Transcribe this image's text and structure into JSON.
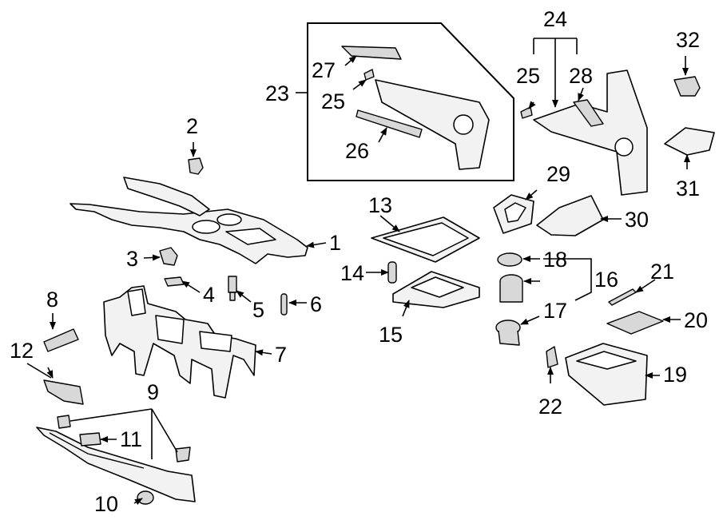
{
  "diagram": {
    "callouts": [
      {
        "id": "c1",
        "text": "1"
      },
      {
        "id": "c2",
        "text": "2"
      },
      {
        "id": "c3",
        "text": "3"
      },
      {
        "id": "c4",
        "text": "4"
      },
      {
        "id": "c5",
        "text": "5"
      },
      {
        "id": "c6",
        "text": "6"
      },
      {
        "id": "c7",
        "text": "7"
      },
      {
        "id": "c8",
        "text": "8"
      },
      {
        "id": "c9",
        "text": "9"
      },
      {
        "id": "c10",
        "text": "10"
      },
      {
        "id": "c11",
        "text": "11"
      },
      {
        "id": "c12",
        "text": "12"
      },
      {
        "id": "c13",
        "text": "13"
      },
      {
        "id": "c14",
        "text": "14"
      },
      {
        "id": "c15",
        "text": "15"
      },
      {
        "id": "c16",
        "text": "16"
      },
      {
        "id": "c17",
        "text": "17"
      },
      {
        "id": "c18",
        "text": "18"
      },
      {
        "id": "c19",
        "text": "19"
      },
      {
        "id": "c20",
        "text": "20"
      },
      {
        "id": "c21",
        "text": "21"
      },
      {
        "id": "c22",
        "text": "22"
      },
      {
        "id": "c23",
        "text": "23"
      },
      {
        "id": "c24",
        "text": "24"
      },
      {
        "id": "c25a",
        "text": "25"
      },
      {
        "id": "c25b",
        "text": "25"
      },
      {
        "id": "c26",
        "text": "26"
      },
      {
        "id": "c27",
        "text": "27"
      },
      {
        "id": "c28",
        "text": "28"
      },
      {
        "id": "c29",
        "text": "29"
      },
      {
        "id": "c30",
        "text": "30"
      },
      {
        "id": "c31",
        "text": "31"
      },
      {
        "id": "c32",
        "text": "32"
      }
    ]
  }
}
